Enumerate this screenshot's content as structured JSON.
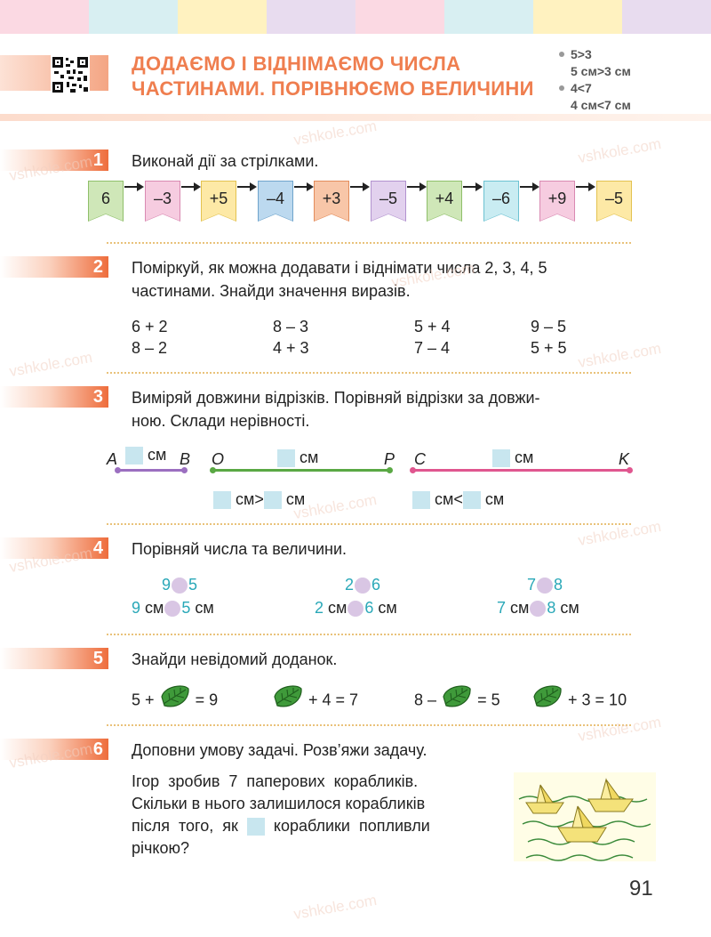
{
  "header": {
    "title_line1": "ДОДАЄМО І ВІДНІМАЄМО ЧИСЛА",
    "title_line2": "ЧАСТИНАМИ. ПОРІВНЮЄМО ВЕЛИЧИНИ",
    "reminder": [
      {
        "a": "5>3",
        "b": "5 см>3 см"
      },
      {
        "a": "4<7",
        "b": "4 см<7 см"
      }
    ],
    "stripe_colors": [
      "#fbd9e3",
      "#d8eff2",
      "#fff2c0",
      "#e8dcef",
      "#fbd9e3",
      "#d8eff2",
      "#fff2c0",
      "#e8dcef"
    ]
  },
  "tasks": {
    "t1": {
      "num": "1",
      "text": "Виконай дії за стрілками.",
      "flags": [
        {
          "label": "6",
          "color": "#cfe7b8",
          "border": "#8fbf6a"
        },
        {
          "label": "–3",
          "color": "#f6cce0",
          "border": "#d98ab2"
        },
        {
          "label": "+5",
          "color": "#fde9a6",
          "border": "#e3c250"
        },
        {
          "label": "–4",
          "color": "#bcd9ef",
          "border": "#6fa4cc"
        },
        {
          "label": "+3",
          "color": "#f8c6a8",
          "border": "#e38c5c"
        },
        {
          "label": "–5",
          "color": "#e2d1ee",
          "border": "#b292cf"
        },
        {
          "label": "+4",
          "color": "#cfe7b8",
          "border": "#8fbf6a"
        },
        {
          "label": "–6",
          "color": "#c9ecf2",
          "border": "#6cc2d2"
        },
        {
          "label": "+9",
          "color": "#f6cce0",
          "border": "#d98ab2"
        },
        {
          "label": "–5",
          "color": "#fde9a6",
          "border": "#e3c250"
        }
      ]
    },
    "t2": {
      "num": "2",
      "line1": "Поміркуй, як можна додавати і віднімати числа 2, 3, 4, 5",
      "line2": "частинами. Знайди значення виразів.",
      "exprs": [
        "6 + 2",
        "8 – 2",
        "8 – 3",
        "4 + 3",
        "5 + 4",
        "7 – 4",
        "9 – 5",
        "5 + 5"
      ]
    },
    "t3": {
      "num": "3",
      "line1": "Виміряй довжини відрізків. Порівняй відрізки за довжи-",
      "line2": "ною. Склади нерівності.",
      "labels": {
        "A": "A",
        "B": "B",
        "O": "O",
        "P": "P",
        "C": "C",
        "K": "K"
      },
      "unit": "см",
      "gt": ">",
      "lt": "<",
      "colors": {
        "ab": "#9b6fc0",
        "op": "#5aa844",
        "ck": "#e0568f"
      }
    },
    "t4": {
      "num": "4",
      "text": "Порівняй числа та величини.",
      "pairs": [
        {
          "l": "9",
          "r": "5",
          "lu": "9 см",
          "ru": "5 см"
        },
        {
          "l": "2",
          "r": "6",
          "lu": "2 см",
          "ru": "6 см"
        },
        {
          "l": "7",
          "r": "8",
          "lu": "7 см",
          "ru": "8 см"
        }
      ]
    },
    "t5": {
      "num": "5",
      "text": "Знайди невідомий доданок.",
      "eq1a": "5 +",
      "eq1b": "= 9",
      "eq2b": "+ 4 = 7",
      "eq3a": "8 –",
      "eq3b": "= 5",
      "eq4b": "+ 3 = 10"
    },
    "t6": {
      "num": "6",
      "text": "Доповни умову задачі. Розв’яжи задачу.",
      "p1": "Ігор  зробив  7  паперових  корабликів.",
      "p2": "Скільки в нього залишилося корабликів",
      "p3a": "після  того,  як",
      "p3b": "кораблики  попливли",
      "p4": "річкою?"
    }
  },
  "page_number": "91",
  "watermark": "vshkole.com"
}
